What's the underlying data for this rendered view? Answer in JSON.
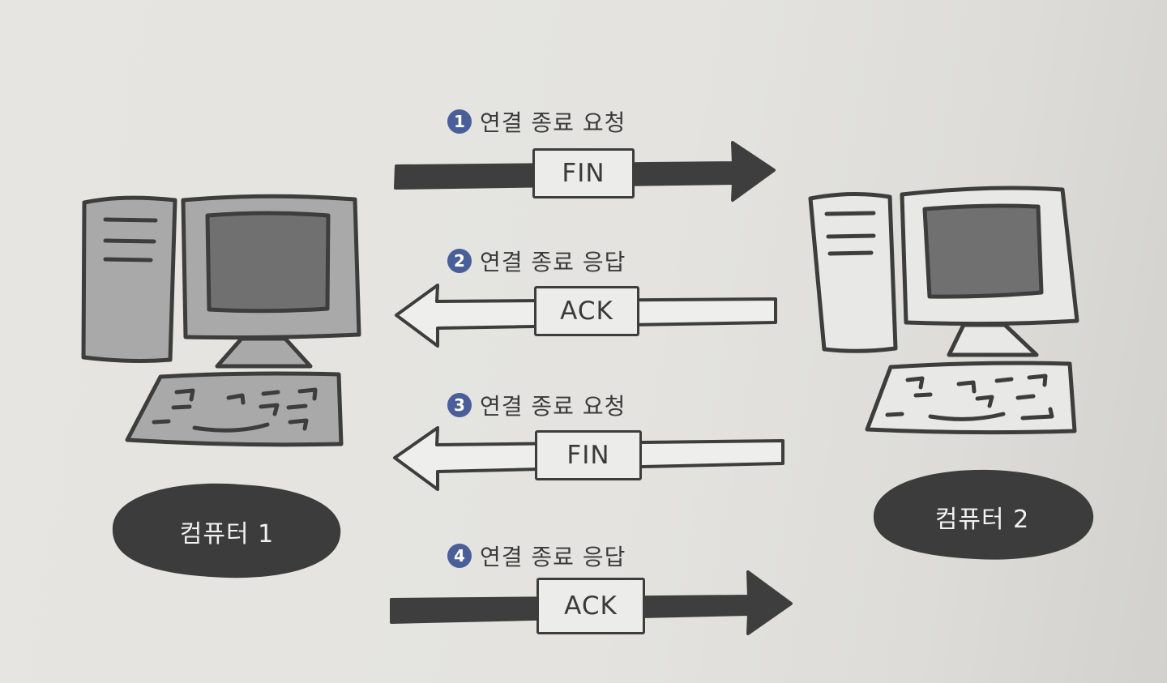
{
  "steps": [
    {
      "num": "1",
      "text": "연결 종료 요청",
      "packet": "FIN",
      "direction": "right"
    },
    {
      "num": "2",
      "text": "연결 종료 응답",
      "packet": "ACK",
      "direction": "left"
    },
    {
      "num": "3",
      "text": "연결 종료 요청",
      "packet": "FIN",
      "direction": "left"
    },
    {
      "num": "4",
      "text": "연결 종료 응답",
      "packet": "ACK",
      "direction": "right"
    }
  ],
  "computers": [
    {
      "label": "컴퓨터 1",
      "screen_color": "#707070",
      "body_color": "#a9a9a9"
    },
    {
      "label": "컴퓨터 2",
      "screen_color": "#707070",
      "body_color": "#e8e8e6"
    }
  ],
  "colors": {
    "step_circle": "#4a5f9a",
    "outline": "#3d3d3d",
    "label_blob": "#3c3c3c"
  }
}
